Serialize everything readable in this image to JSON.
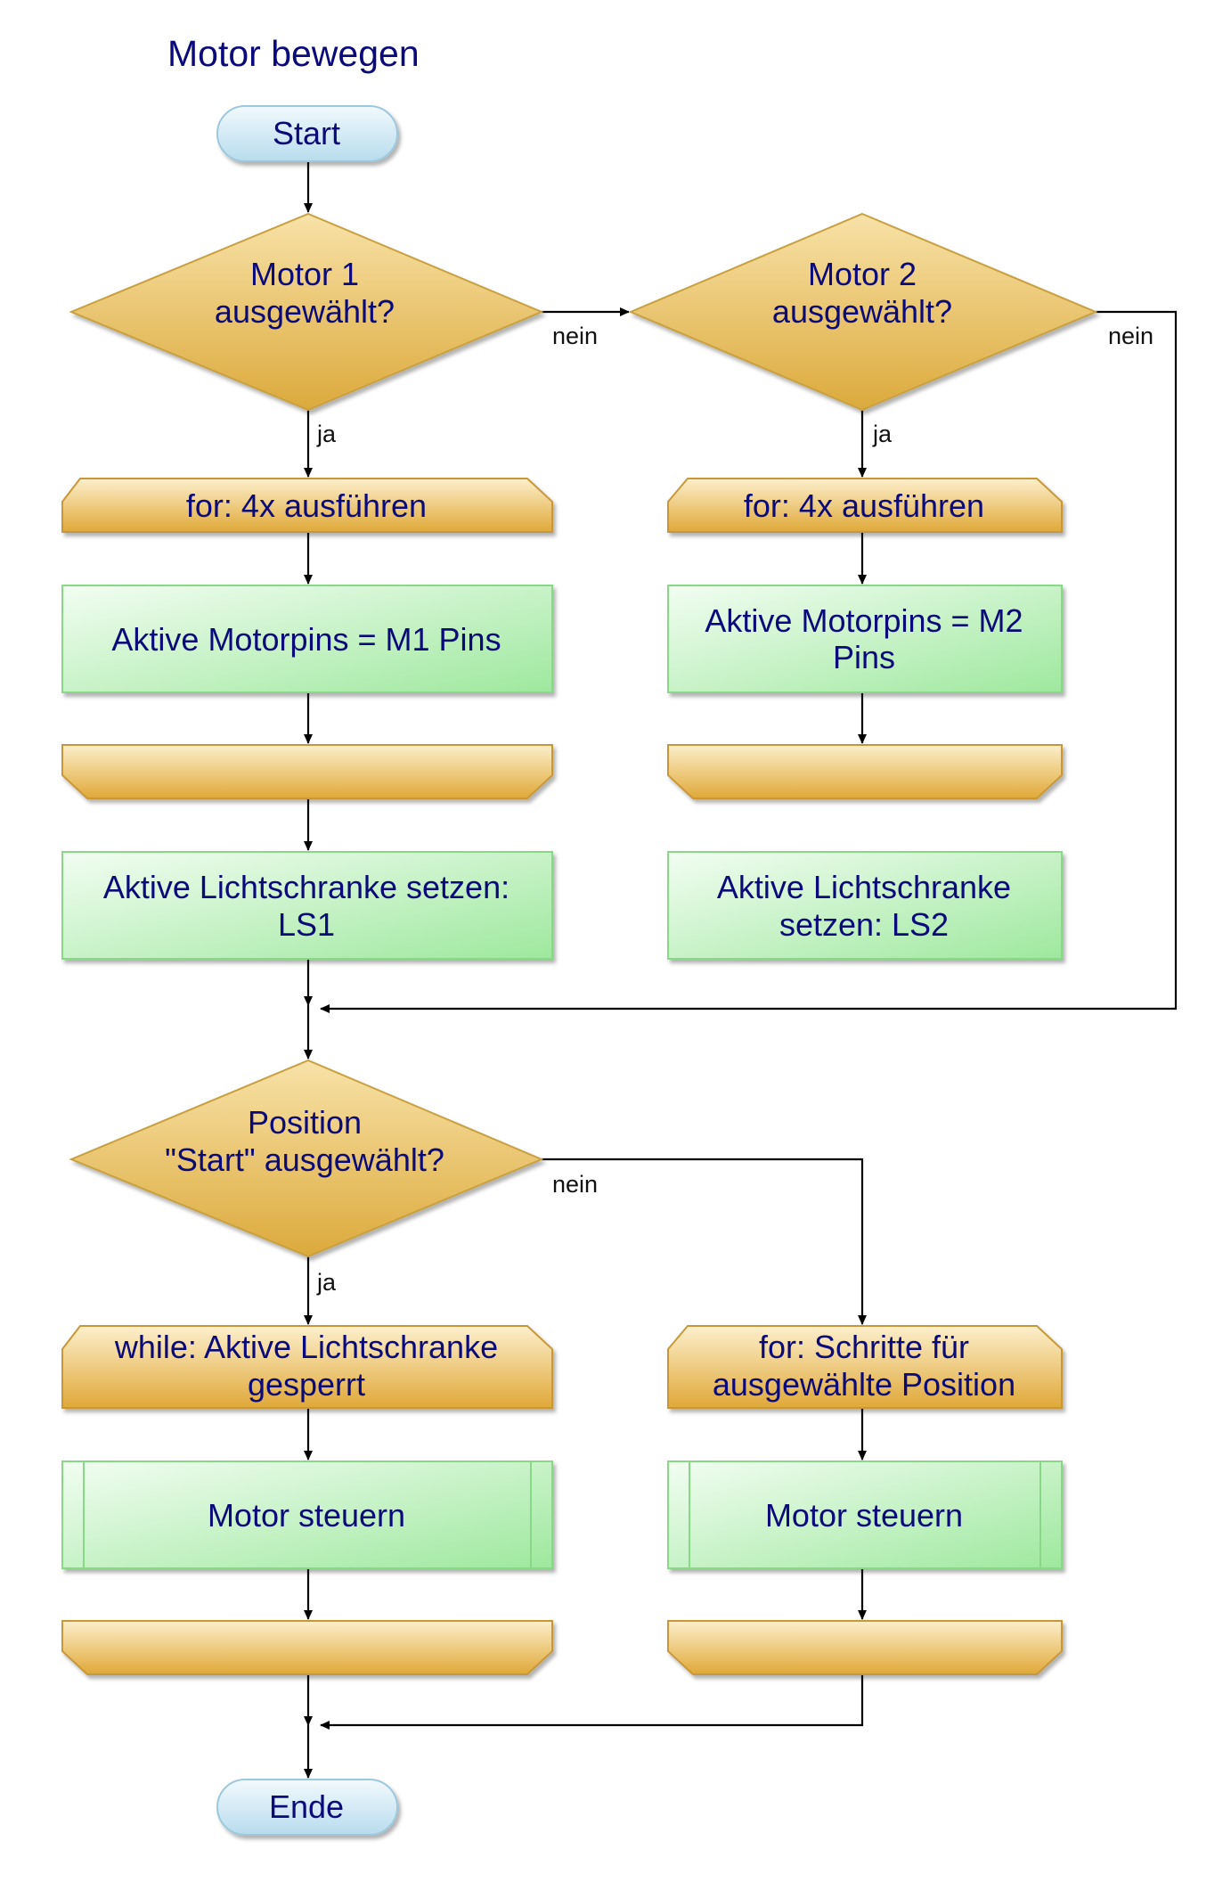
{
  "title": "Motor bewegen",
  "colors": {
    "text": "#0a0a7a",
    "decision": "#e0b850",
    "process": "#b8f0b8",
    "terminal": "#cfe8f5",
    "loop": "#e8b850"
  },
  "nodes": {
    "start": "Start",
    "end": "Ende",
    "motor1_q": [
      "Motor 1",
      "ausgewählt?"
    ],
    "motor2_q": [
      "Motor 2",
      "ausgewählt?"
    ],
    "loop_m1": "for: 4x ausführen",
    "loop_m2": "for: 4x ausführen",
    "proc_m1_pins": "Aktive Motorpins = M1 Pins",
    "proc_m2_pins": [
      "Aktive Motorpins = M2",
      "Pins"
    ],
    "proc_ls1": [
      "Aktive Lichtschranke setzen:",
      "LS1"
    ],
    "proc_ls2": [
      "Aktive Lichtschranke",
      "setzen: LS2"
    ],
    "pos_q": [
      "Position",
      "\"Start\" ausgewählt?"
    ],
    "while_loop": [
      "while: Aktive Lichtschranke",
      "gesperrt"
    ],
    "for_steps": [
      "for: Schritte für",
      "ausgewählte Position"
    ],
    "sub_left": "Motor steuern",
    "sub_right": "Motor steuern"
  },
  "edge_labels": {
    "yes": "ja",
    "no": "nein"
  }
}
